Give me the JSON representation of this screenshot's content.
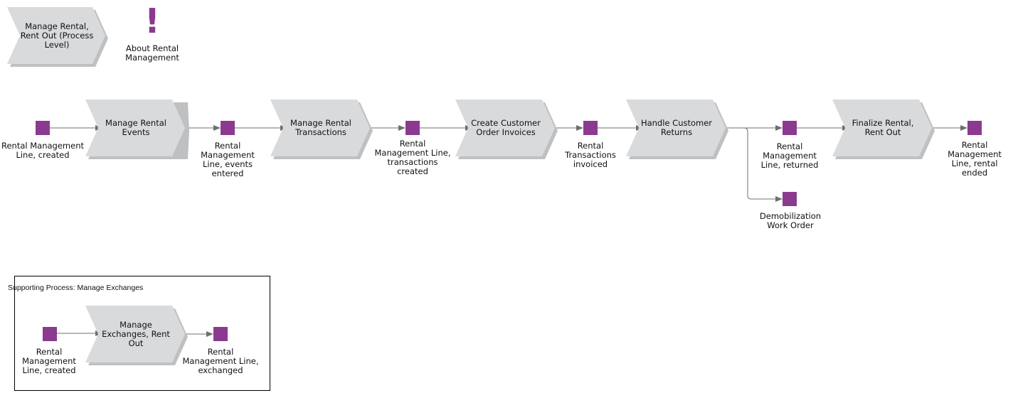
{
  "header": {
    "process_level_label": "Manage Rental, Rent Out (Process Level)",
    "info_icon_label": "About Rental Management"
  },
  "main_flow": {
    "activities": [
      "Manage Rental Events",
      "Manage Rental Transactions",
      "Create Customer Order Invoices",
      "Handle Customer Returns",
      "Finalize Rental, Rent Out"
    ],
    "events": [
      "Rental Management Line, created",
      "Rental Management Line, events entered",
      "Rental Management Line, transactions created",
      "Rental Transactions invoiced",
      "Rental Management Line, returned",
      "Rental Management Line, rental ended",
      "Demobilization Work Order"
    ]
  },
  "supporting": {
    "title": "Supporting Process: Manage Exchanges",
    "activity": "Manage Exchanges, Rent Out",
    "events": [
      "Rental Management Line, created",
      "Rental Management Line, exchanged"
    ]
  },
  "colors": {
    "event": "#8b3a8f",
    "activity_fill": "#d9dadc",
    "activity_shadow": "#bfc0c2",
    "connector": "#6f6f6f"
  }
}
